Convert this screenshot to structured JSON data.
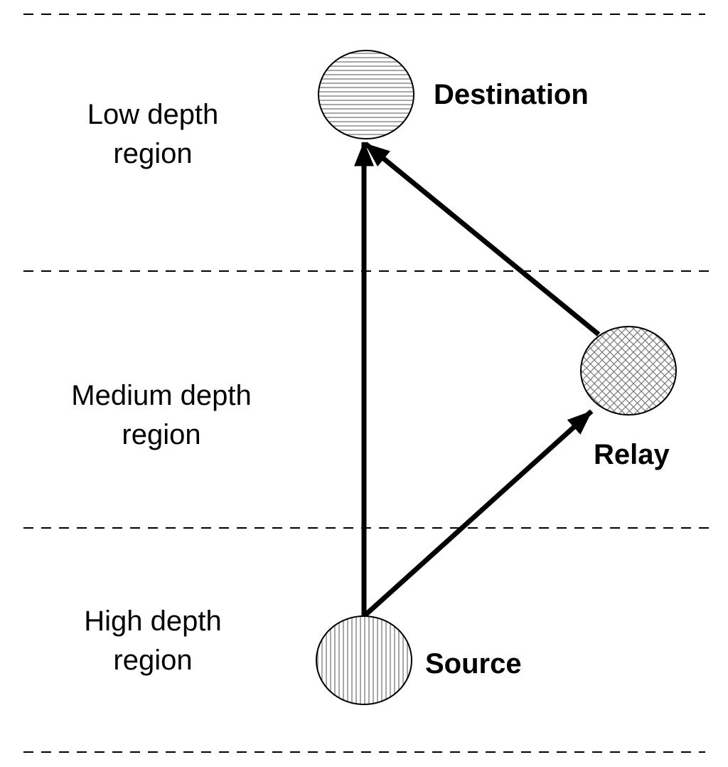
{
  "regions": {
    "low": {
      "line1": "Low depth",
      "line2": "region"
    },
    "medium": {
      "line1": "Medium depth",
      "line2": "region"
    },
    "high": {
      "line1": "High depth",
      "line2": "region"
    }
  },
  "nodes": {
    "destination": {
      "label": "Destination",
      "pattern": "horizontal-hatch"
    },
    "relay": {
      "label": "Relay",
      "pattern": "cross-hatch"
    },
    "source": {
      "label": "Source",
      "pattern": "vertical-hatch"
    }
  },
  "links": [
    {
      "from": "source",
      "to": "destination"
    },
    {
      "from": "source",
      "to": "relay"
    },
    {
      "from": "relay",
      "to": "destination"
    }
  ],
  "colors": {
    "stroke": "#000000",
    "hatch": "#7a7a7a",
    "background": "#ffffff"
  }
}
